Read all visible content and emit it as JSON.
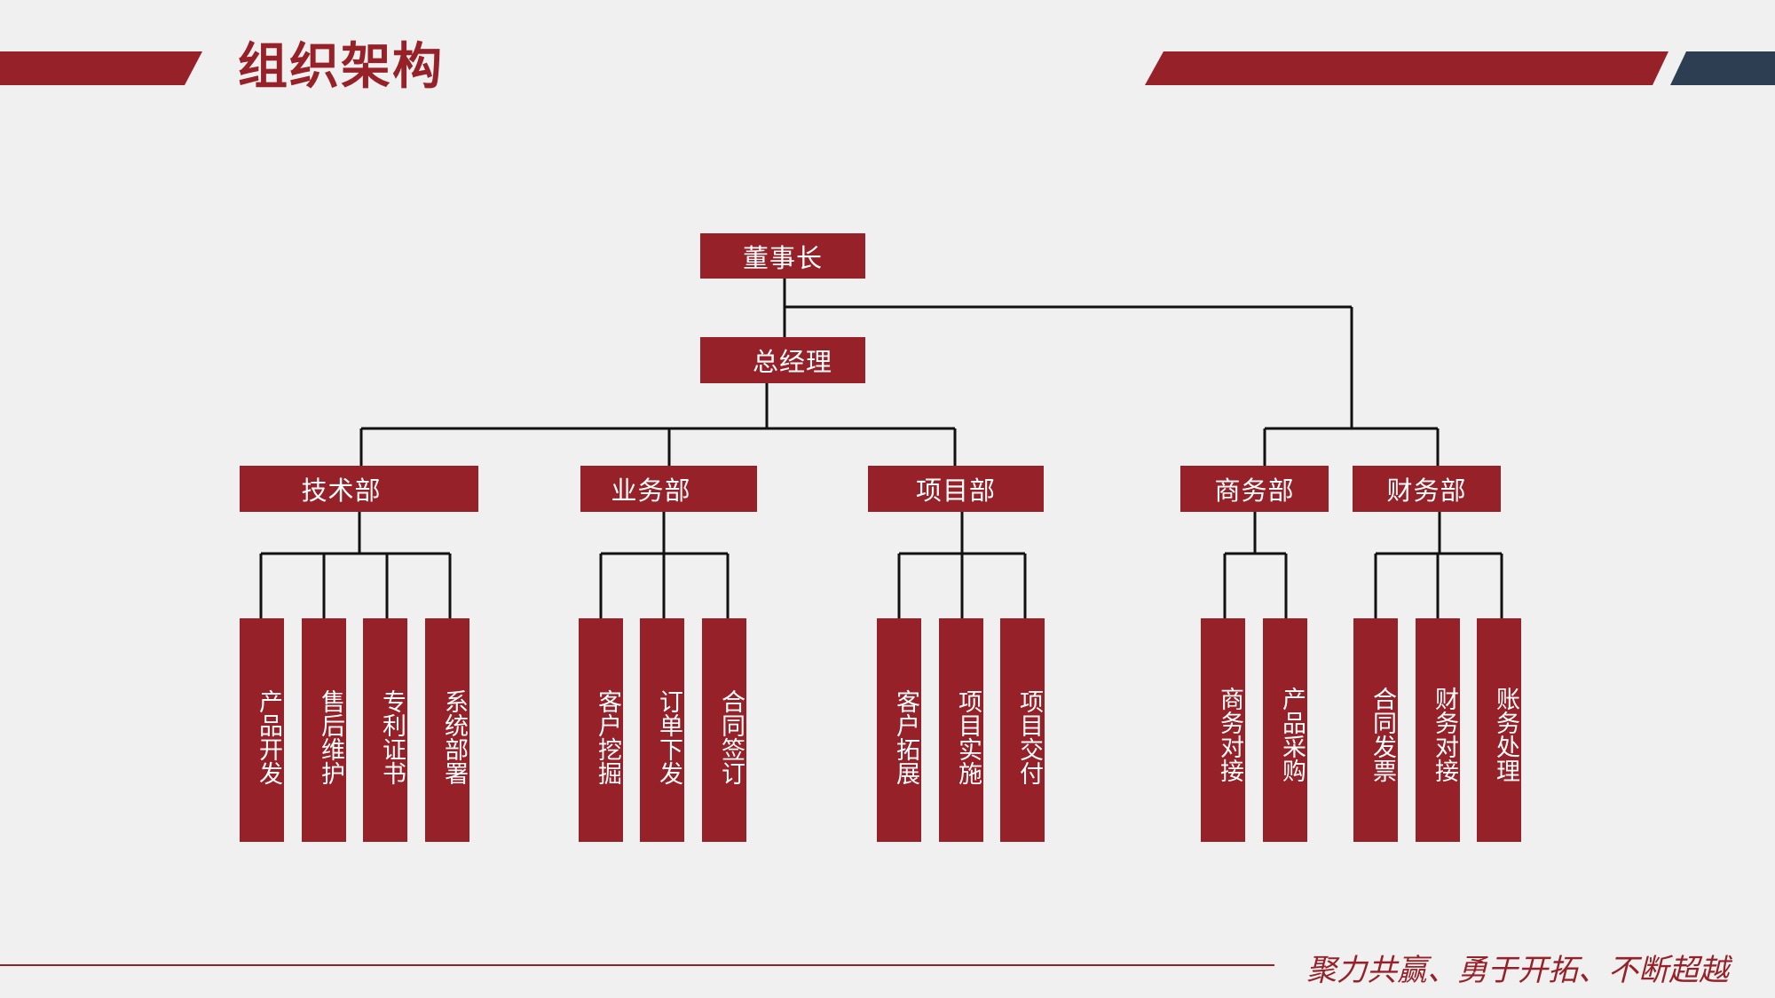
{
  "header": {
    "title": "组织架构",
    "accent_color": "#962128",
    "secondary_color": "#2e3e52"
  },
  "org": {
    "root": "董事长",
    "general_manager": "总经理",
    "departments": [
      {
        "name": "技术部",
        "children": [
          "产品开发",
          "售后维护",
          "专利证书",
          "系统部署"
        ]
      },
      {
        "name": "业务部",
        "children": [
          "客户挖掘",
          "订单下发",
          "合同签订"
        ]
      },
      {
        "name": "项目部",
        "children": [
          "客户拓展",
          "项目实施",
          "项目交付"
        ]
      },
      {
        "name": "商务部",
        "children": [
          "商务对接",
          "产品采购"
        ]
      },
      {
        "name": "财务部",
        "children": [
          "合同发票",
          "财务对接",
          "账务处理"
        ]
      }
    ]
  },
  "footer": {
    "slogan": "聚力共赢、勇于开拓、不断超越"
  }
}
